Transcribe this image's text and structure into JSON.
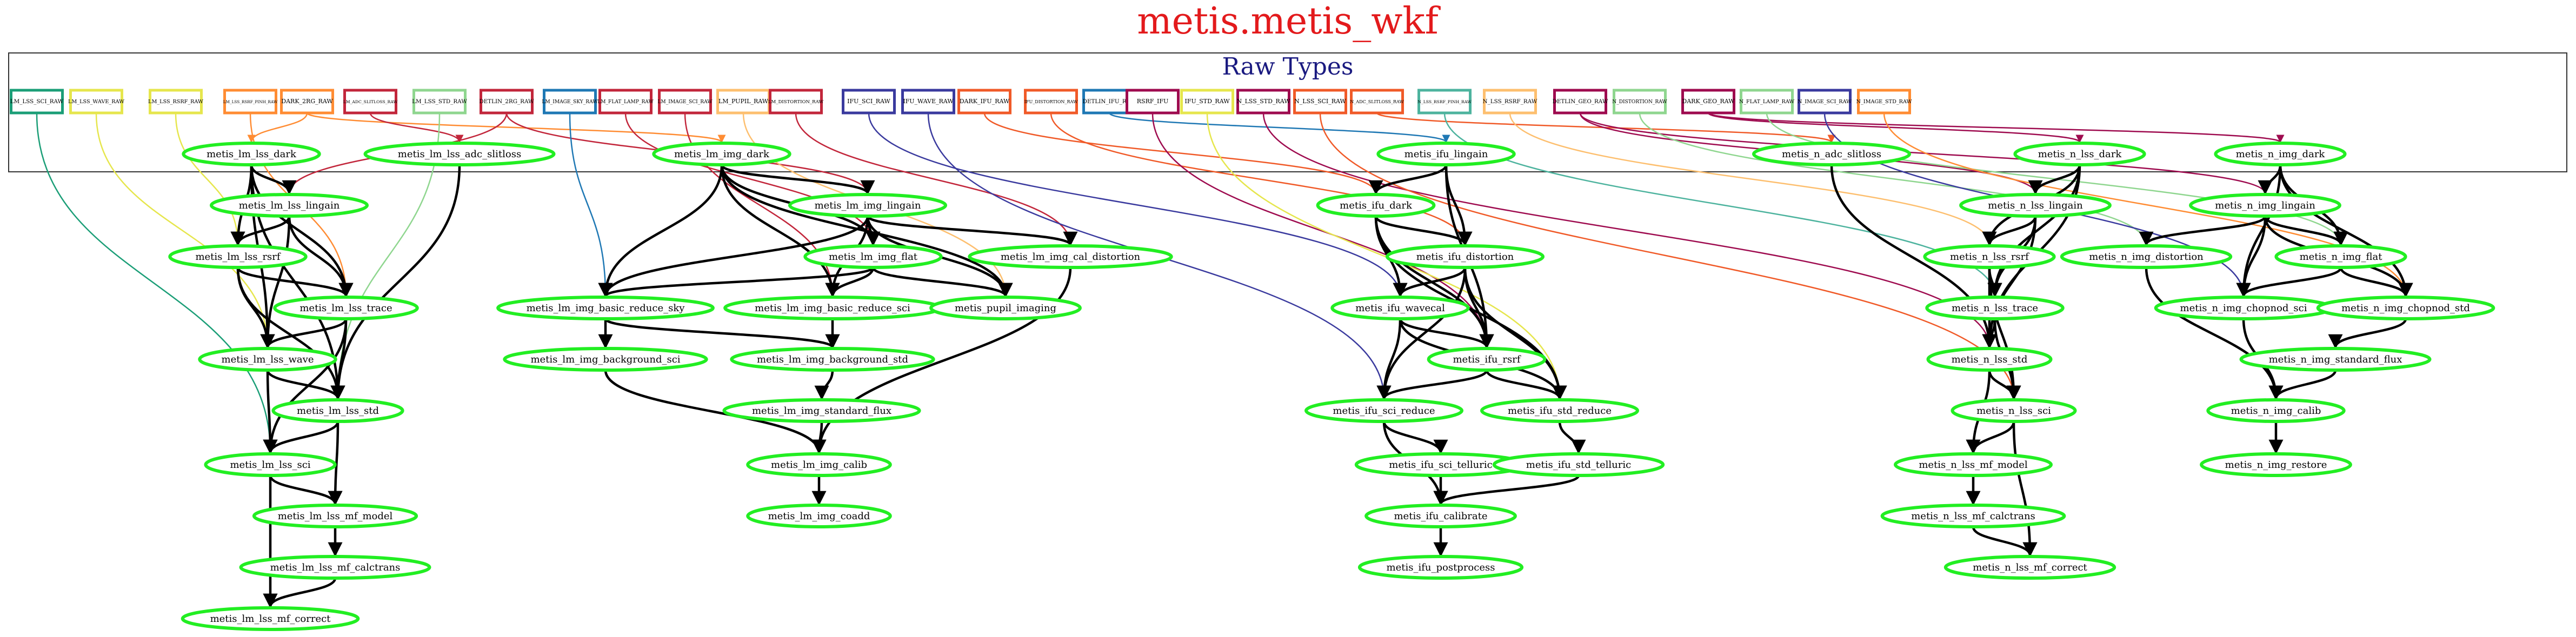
{
  "title": "metis.metis_wkf",
  "cluster_label": "Raw Types",
  "colors": {
    "title": "#e31a1c",
    "cluster_label": "#1a1a80",
    "node_border": "#22ee22",
    "edge_default": "#000000"
  },
  "raw_types": [
    {
      "id": "r1",
      "label": "LM_LSS_SCI_RAW",
      "color": "#1b9e77"
    },
    {
      "id": "r2",
      "label": "LM_LSS_WAVE_RAW",
      "color": "#e6e64d"
    },
    {
      "id": "r3",
      "label": "LM_LSS_RSRF_RAW",
      "color": "#e6e64d"
    },
    {
      "id": "r4",
      "label": "LM_LSS_RSRF_PINH_RAW",
      "color": "#ff8c33"
    },
    {
      "id": "r5",
      "label": "DARK_2RG_RAW",
      "color": "#ff8c33"
    },
    {
      "id": "r6",
      "label": "LM_ADC_SLITLOSS_RAW",
      "color": "#c2263b"
    },
    {
      "id": "r7",
      "label": "LM_LSS_STD_RAW",
      "color": "#8fd68f"
    },
    {
      "id": "r8",
      "label": "DETLIN_2RG_RAW",
      "color": "#c2263b"
    },
    {
      "id": "r9",
      "label": "LM_IMAGE_SKY_RAW",
      "color": "#1f78b4"
    },
    {
      "id": "r10",
      "label": "LM_FLAT_LAMP_RAW",
      "color": "#c2263b"
    },
    {
      "id": "r11",
      "label": "LM_IMAGE_SCI_RAW",
      "color": "#c2263b"
    },
    {
      "id": "r12",
      "label": "LM_PUPIL_RAW",
      "color": "#fdbf6f"
    },
    {
      "id": "r13",
      "label": "LM_DISTORTION_RAW",
      "color": "#c2263b"
    },
    {
      "id": "r14",
      "label": "IFU_SCI_RAW",
      "color": "#3a3a9e"
    },
    {
      "id": "r15",
      "label": "IFU_WAVE_RAW",
      "color": "#3a3a9e"
    },
    {
      "id": "r16",
      "label": "DARK_IFU_RAW",
      "color": "#f05a28"
    },
    {
      "id": "r17",
      "label": "IFU_DISTORTION_RAW",
      "color": "#f05a28"
    },
    {
      "id": "r18",
      "label": "DETLIN_IFU_RAW",
      "color": "#1f78b4"
    },
    {
      "id": "r19",
      "label": "RSRF_IFU",
      "color": "#9e0b4f"
    },
    {
      "id": "r20",
      "label": "IFU_STD_RAW",
      "color": "#e6e64d"
    },
    {
      "id": "r21",
      "label": "N_LSS_STD_RAW",
      "color": "#9e0b4f"
    },
    {
      "id": "r22",
      "label": "N_LSS_SCI_RAW",
      "color": "#f05a28"
    },
    {
      "id": "r23",
      "label": "N_ADC_SLITLOSS_RAW",
      "color": "#f05a28"
    },
    {
      "id": "r24",
      "label": "N_LSS_RSRF_PINH_RAW",
      "color": "#4db39e"
    },
    {
      "id": "r25",
      "label": "N_LSS_RSRF_RAW",
      "color": "#fdbf6f"
    },
    {
      "id": "r26",
      "label": "DETLIN_GEO_RAW",
      "color": "#9e0b4f"
    },
    {
      "id": "r27",
      "label": "N_DISTORTION_RAW",
      "color": "#8fd68f"
    },
    {
      "id": "r28",
      "label": "DARK_GEO_RAW",
      "color": "#9e0b4f"
    },
    {
      "id": "r29",
      "label": "N_FLAT_LAMP_RAW",
      "color": "#8fd68f"
    },
    {
      "id": "r30",
      "label": "N_IMAGE_SCI_RAW",
      "color": "#3a3a9e"
    },
    {
      "id": "r31",
      "label": "N_IMAGE_STD_RAW",
      "color": "#ff8c33"
    }
  ],
  "recipes": [
    {
      "id": "lss_dark",
      "label": "metis_lm_lss_dark"
    },
    {
      "id": "lss_adc",
      "label": "metis_lm_lss_adc_slitloss"
    },
    {
      "id": "lss_lingain",
      "label": "metis_lm_lss_lingain"
    },
    {
      "id": "lss_rsrf",
      "label": "metis_lm_lss_rsrf"
    },
    {
      "id": "lss_trace",
      "label": "metis_lm_lss_trace"
    },
    {
      "id": "lss_wave",
      "label": "metis_lm_lss_wave"
    },
    {
      "id": "lss_std",
      "label": "metis_lm_lss_std"
    },
    {
      "id": "lss_sci",
      "label": "metis_lm_lss_sci"
    },
    {
      "id": "lss_mfmodel",
      "label": "metis_lm_lss_mf_model"
    },
    {
      "id": "lss_mfcalc",
      "label": "metis_lm_lss_mf_calctrans"
    },
    {
      "id": "lss_mfcorr",
      "label": "metis_lm_lss_mf_correct"
    },
    {
      "id": "img_dark",
      "label": "metis_lm_img_dark"
    },
    {
      "id": "img_lingain",
      "label": "metis_lm_img_lingain"
    },
    {
      "id": "img_flat",
      "label": "metis_lm_img_flat"
    },
    {
      "id": "img_caldist",
      "label": "metis_lm_img_cal_distortion"
    },
    {
      "id": "img_brsky",
      "label": "metis_lm_img_basic_reduce_sky"
    },
    {
      "id": "img_brsci",
      "label": "metis_lm_img_basic_reduce_sci"
    },
    {
      "id": "img_pupil",
      "label": "metis_pupil_imaging"
    },
    {
      "id": "img_bgsci",
      "label": "metis_lm_img_background_sci"
    },
    {
      "id": "img_bgstd",
      "label": "metis_lm_img_background_std"
    },
    {
      "id": "img_sflux",
      "label": "metis_lm_img_standard_flux"
    },
    {
      "id": "img_calib",
      "label": "metis_lm_img_calib"
    },
    {
      "id": "img_coadd",
      "label": "metis_lm_img_coadd"
    },
    {
      "id": "ifu_lingain",
      "label": "metis_ifu_lingain"
    },
    {
      "id": "ifu_dark",
      "label": "metis_ifu_dark"
    },
    {
      "id": "ifu_dist",
      "label": "metis_ifu_distortion"
    },
    {
      "id": "ifu_wavecal",
      "label": "metis_ifu_wavecal"
    },
    {
      "id": "ifu_rsrf",
      "label": "metis_ifu_rsrf"
    },
    {
      "id": "ifu_scired",
      "label": "metis_ifu_sci_reduce"
    },
    {
      "id": "ifu_stdred",
      "label": "metis_ifu_std_reduce"
    },
    {
      "id": "ifu_scitell",
      "label": "metis_ifu_sci_telluric"
    },
    {
      "id": "ifu_stdtell",
      "label": "metis_ifu_std_telluric"
    },
    {
      "id": "ifu_calib",
      "label": "metis_ifu_calibrate"
    },
    {
      "id": "ifu_post",
      "label": "metis_ifu_postprocess"
    },
    {
      "id": "n_adc",
      "label": "metis_n_adc_slitloss"
    },
    {
      "id": "n_lssdark",
      "label": "metis_n_lss_dark"
    },
    {
      "id": "n_lsslingain",
      "label": "metis_n_lss_lingain"
    },
    {
      "id": "n_lssrsrf",
      "label": "metis_n_lss_rsrf"
    },
    {
      "id": "n_lsstrace",
      "label": "metis_n_lss_trace"
    },
    {
      "id": "n_lssstd",
      "label": "metis_n_lss_std"
    },
    {
      "id": "n_lsssci",
      "label": "metis_n_lss_sci"
    },
    {
      "id": "n_mfmodel",
      "label": "metis_n_lss_mf_model"
    },
    {
      "id": "n_mfcalc",
      "label": "metis_n_lss_mf_calctrans"
    },
    {
      "id": "n_mfcorr",
      "label": "metis_n_lss_mf_correct"
    },
    {
      "id": "n_imgdark",
      "label": "metis_n_img_dark"
    },
    {
      "id": "n_imglingain",
      "label": "metis_n_img_lingain"
    },
    {
      "id": "n_imgdist",
      "label": "metis_n_img_distortion"
    },
    {
      "id": "n_imgflat",
      "label": "metis_n_img_flat"
    },
    {
      "id": "n_chopsci",
      "label": "metis_n_img_chopnod_sci"
    },
    {
      "id": "n_chopstd",
      "label": "metis_n_img_chopnod_std"
    },
    {
      "id": "n_sflux",
      "label": "metis_n_img_standard_flux"
    },
    {
      "id": "n_imgcalib",
      "label": "metis_n_img_calib"
    },
    {
      "id": "n_restore",
      "label": "metis_n_img_restore"
    }
  ],
  "edges": [
    [
      "r1",
      "lss_sci"
    ],
    [
      "r2",
      "lss_wave"
    ],
    [
      "r3",
      "lss_rsrf"
    ],
    [
      "r4",
      "lss_trace"
    ],
    [
      "r5",
      "lss_dark"
    ],
    [
      "r5",
      "img_dark"
    ],
    [
      "r6",
      "lss_adc"
    ],
    [
      "r7",
      "lss_std"
    ],
    [
      "r8",
      "lss_lingain"
    ],
    [
      "r8",
      "img_lingain"
    ],
    [
      "r9",
      "img_brsky"
    ],
    [
      "r10",
      "img_flat"
    ],
    [
      "r11",
      "img_brsci"
    ],
    [
      "r12",
      "img_pupil"
    ],
    [
      "r13",
      "img_caldist"
    ],
    [
      "r14",
      "ifu_wavecal"
    ],
    [
      "r15",
      "ifu_scired"
    ],
    [
      "r16",
      "ifu_dark"
    ],
    [
      "r17",
      "ifu_dist"
    ],
    [
      "r18",
      "ifu_lingain"
    ],
    [
      "r19",
      "ifu_rsrf"
    ],
    [
      "r20",
      "ifu_stdred"
    ],
    [
      "r21",
      "n_lssstd"
    ],
    [
      "r22",
      "n_lsssci"
    ],
    [
      "r23",
      "n_adc"
    ],
    [
      "r24",
      "n_lsstrace"
    ],
    [
      "r25",
      "n_lssrsrf"
    ],
    [
      "r26",
      "n_lsslingain"
    ],
    [
      "r26",
      "n_imglingain"
    ],
    [
      "r27",
      "n_imgdist"
    ],
    [
      "r28",
      "n_lssdark"
    ],
    [
      "r28",
      "n_imgdark"
    ],
    [
      "r29",
      "n_imgflat"
    ],
    [
      "r30",
      "n_chopsci"
    ],
    [
      "r31",
      "n_chopstd"
    ],
    [
      "lss_dark",
      "lss_lingain"
    ],
    [
      "lss_dark",
      "lss_rsrf"
    ],
    [
      "lss_dark",
      "lss_trace"
    ],
    [
      "lss_dark",
      "lss_wave"
    ],
    [
      "lss_dark",
      "lss_std"
    ],
    [
      "lss_lingain",
      "lss_rsrf"
    ],
    [
      "lss_lingain",
      "lss_trace"
    ],
    [
      "lss_lingain",
      "lss_wave"
    ],
    [
      "lss_rsrf",
      "lss_trace"
    ],
    [
      "lss_rsrf",
      "lss_wave"
    ],
    [
      "lss_rsrf",
      "lss_std"
    ],
    [
      "lss_trace",
      "lss_wave"
    ],
    [
      "lss_trace",
      "lss_std"
    ],
    [
      "lss_trace",
      "lss_sci"
    ],
    [
      "lss_wave",
      "lss_std"
    ],
    [
      "lss_wave",
      "lss_sci"
    ],
    [
      "lss_adc",
      "lss_std"
    ],
    [
      "lss_std",
      "lss_sci"
    ],
    [
      "lss_std",
      "lss_mfmodel"
    ],
    [
      "lss_sci",
      "lss_mfmodel"
    ],
    [
      "lss_sci",
      "lss_mfcorr"
    ],
    [
      "lss_mfmodel",
      "lss_mfcalc"
    ],
    [
      "lss_mfcalc",
      "lss_mfcorr"
    ],
    [
      "img_dark",
      "img_lingain"
    ],
    [
      "img_dark",
      "img_flat"
    ],
    [
      "img_dark",
      "img_brsky"
    ],
    [
      "img_dark",
      "img_brsci"
    ],
    [
      "img_dark",
      "img_pupil"
    ],
    [
      "img_lingain",
      "img_flat"
    ],
    [
      "img_lingain",
      "img_brsky"
    ],
    [
      "img_lingain",
      "img_brsci"
    ],
    [
      "img_lingain",
      "img_pupil"
    ],
    [
      "img_lingain",
      "img_caldist"
    ],
    [
      "img_flat",
      "img_brsky"
    ],
    [
      "img_flat",
      "img_brsci"
    ],
    [
      "img_flat",
      "img_pupil"
    ],
    [
      "img_brsky",
      "img_bgsci"
    ],
    [
      "img_brsky",
      "img_bgstd"
    ],
    [
      "img_brsci",
      "img_bgstd"
    ],
    [
      "img_bgsci",
      "img_calib"
    ],
    [
      "img_bgstd",
      "img_sflux"
    ],
    [
      "img_sflux",
      "img_calib"
    ],
    [
      "img_caldist",
      "img_calib"
    ],
    [
      "img_calib",
      "img_coadd"
    ],
    [
      "ifu_lingain",
      "ifu_dark"
    ],
    [
      "ifu_lingain",
      "ifu_dist"
    ],
    [
      "ifu_lingain",
      "ifu_rsrf"
    ],
    [
      "ifu_dark",
      "ifu_dist"
    ],
    [
      "ifu_dark",
      "ifu_wavecal"
    ],
    [
      "ifu_dark",
      "ifu_rsrf"
    ],
    [
      "ifu_dark",
      "ifu_stdred"
    ],
    [
      "ifu_dist",
      "ifu_wavecal"
    ],
    [
      "ifu_dist",
      "ifu_rsrf"
    ],
    [
      "ifu_dist",
      "ifu_scired"
    ],
    [
      "ifu_dist",
      "ifu_stdred"
    ],
    [
      "ifu_wavecal",
      "ifu_rsrf"
    ],
    [
      "ifu_wavecal",
      "ifu_scired"
    ],
    [
      "ifu_wavecal",
      "ifu_stdred"
    ],
    [
      "ifu_rsrf",
      "ifu_scired"
    ],
    [
      "ifu_rsrf",
      "ifu_stdred"
    ],
    [
      "ifu_scired",
      "ifu_scitell"
    ],
    [
      "ifu_scired",
      "ifu_calib"
    ],
    [
      "ifu_scitell",
      "ifu_calib"
    ],
    [
      "ifu_stdred",
      "ifu_stdtell"
    ],
    [
      "ifu_stdtell",
      "ifu_calib"
    ],
    [
      "ifu_calib",
      "ifu_post"
    ],
    [
      "n_lssdark",
      "n_lsslingain"
    ],
    [
      "n_lssdark",
      "n_lssrsrf"
    ],
    [
      "n_lssdark",
      "n_lsstrace"
    ],
    [
      "n_lssdark",
      "n_lssstd"
    ],
    [
      "n_lsslingain",
      "n_lssrsrf"
    ],
    [
      "n_lsslingain",
      "n_lsstrace"
    ],
    [
      "n_lsslingain",
      "n_lssstd"
    ],
    [
      "n_lssrsrf",
      "n_lsstrace"
    ],
    [
      "n_lssrsrf",
      "n_lssstd"
    ],
    [
      "n_lssrsrf",
      "n_lsssci"
    ],
    [
      "n_lsstrace",
      "n_lssstd"
    ],
    [
      "n_lsstrace",
      "n_lsssci"
    ],
    [
      "n_adc",
      "n_lssstd"
    ],
    [
      "n_lssstd",
      "n_lsssci"
    ],
    [
      "n_lssstd",
      "n_mfmodel"
    ],
    [
      "n_lsssci",
      "n_mfmodel"
    ],
    [
      "n_lsssci",
      "n_mfcorr"
    ],
    [
      "n_mfmodel",
      "n_mfcalc"
    ],
    [
      "n_mfcalc",
      "n_mfcorr"
    ],
    [
      "n_imgdark",
      "n_imglingain"
    ],
    [
      "n_imgdark",
      "n_imgflat"
    ],
    [
      "n_imgdark",
      "n_chopsci"
    ],
    [
      "n_imgdark",
      "n_chopstd"
    ],
    [
      "n_imglingain",
      "n_imgdist"
    ],
    [
      "n_imglingain",
      "n_imgflat"
    ],
    [
      "n_imglingain",
      "n_chopsci"
    ],
    [
      "n_imglingain",
      "n_chopstd"
    ],
    [
      "n_imgflat",
      "n_chopsci"
    ],
    [
      "n_imgflat",
      "n_chopstd"
    ],
    [
      "n_imgdist",
      "n_imgcalib"
    ],
    [
      "n_chopsci",
      "n_imgcalib"
    ],
    [
      "n_chopstd",
      "n_sflux"
    ],
    [
      "n_sflux",
      "n_imgcalib"
    ],
    [
      "n_imgcalib",
      "n_restore"
    ]
  ]
}
